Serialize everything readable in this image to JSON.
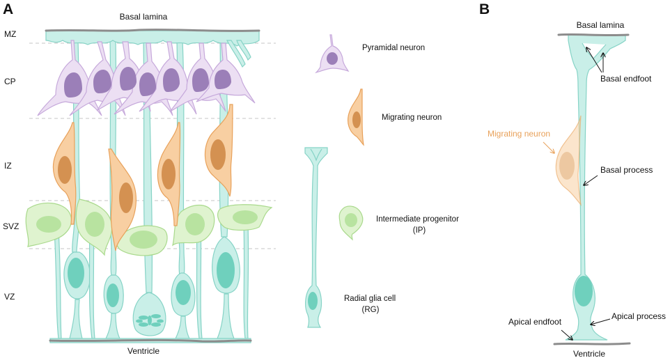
{
  "panel_a": {
    "letter": "A",
    "basal_lamina": "Basal lamina",
    "ventricle": "Ventricle",
    "zones": [
      {
        "id": "mz",
        "label": "MZ"
      },
      {
        "id": "cp",
        "label": "CP"
      },
      {
        "id": "iz",
        "label": "IZ"
      },
      {
        "id": "svz",
        "label": "SVZ"
      },
      {
        "id": "vz",
        "label": "VZ"
      }
    ]
  },
  "legend": [
    {
      "id": "pyramidal",
      "label": "Pyramidal neuron"
    },
    {
      "id": "migrating",
      "label": "Migrating neuron"
    },
    {
      "id": "ip",
      "label_line1": "Intermediate progenitor",
      "label_line2": "(IP)"
    },
    {
      "id": "rg",
      "label_line1": "Radial glia cell",
      "label_line2": "(RG)"
    }
  ],
  "panel_b": {
    "letter": "B",
    "basal_lamina": "Basal lamina",
    "basal_endfoot": "Basal endfoot",
    "migrating_neuron": "Migrating neuron",
    "basal_process": "Basal process",
    "apical_endfoot": "Apical endfoot",
    "apical_process": "Apical process",
    "ventricle": "Ventricle"
  },
  "colors": {
    "radial_glia_fill": "#c9efe8",
    "radial_glia_stroke": "#86d3c6",
    "radial_glia_nucleus": "#6fd0bd",
    "pyramidal_fill": "#ecdff3",
    "pyramidal_stroke": "#c6a9db",
    "pyramidal_nucleus": "#9b7fb8",
    "migrating_fill": "#f8cfa2",
    "migrating_stroke": "#e8a15a",
    "migrating_nucleus": "#d49151",
    "ip_fill": "#dff3cf",
    "ip_stroke": "#a9d98c",
    "ip_nucleus": "#b8e3a0",
    "lamina": "#8c8c8c",
    "migrating_label": "#e8a15a"
  }
}
